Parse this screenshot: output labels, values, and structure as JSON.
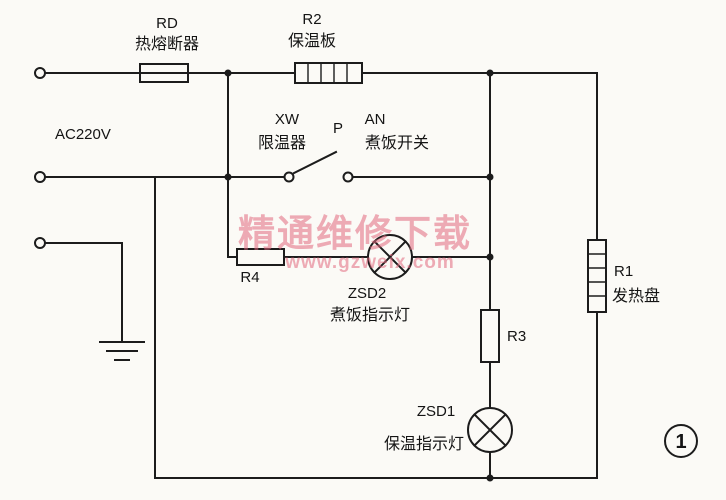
{
  "diagram": {
    "labels": {
      "ac_power": "AC220V",
      "rd_ref": "RD",
      "rd_name": "热熔断器",
      "r2_ref": "R2",
      "r2_name": "保温板",
      "xw_ref": "XW",
      "xw_name": "限温器",
      "p_ref": "P",
      "an_ref": "AN",
      "an_name": "煮饭开关",
      "r4_ref": "R4",
      "zsd2_ref": "ZSD2",
      "zsd2_name": "煮饭指示灯",
      "r1_ref": "R1",
      "r1_name": "发热盘",
      "r3_ref": "R3",
      "zsd1_ref": "ZSD1",
      "zsd1_name": "保温指示灯",
      "figure_number": "1"
    },
    "watermark": {
      "line1": "精通维修下载",
      "line2": "www.gzweix.com"
    },
    "colors": {
      "line": "#1c1c1c",
      "watermark": "#e26a7f",
      "background": "#fbfaf6"
    }
  }
}
